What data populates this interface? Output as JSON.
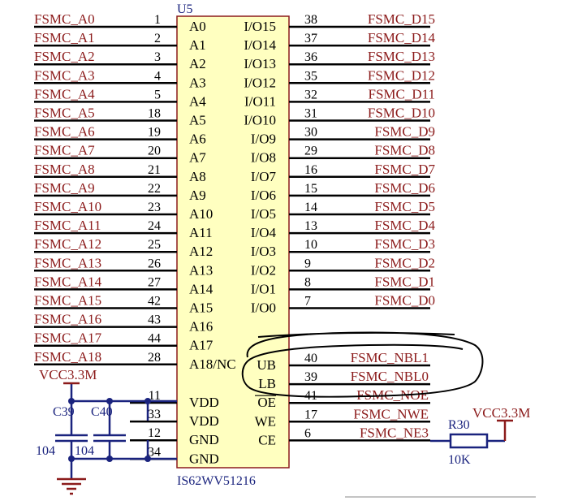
{
  "chip": {
    "ref": "U5",
    "part": "IS62WV51216",
    "body_fill": "#ffffc0"
  },
  "left_pins": [
    {
      "name": "A0",
      "num": "1",
      "net": "FSMC_A0"
    },
    {
      "name": "A1",
      "num": "2",
      "net": "FSMC_A1"
    },
    {
      "name": "A2",
      "num": "3",
      "net": "FSMC_A2"
    },
    {
      "name": "A3",
      "num": "4",
      "net": "FSMC_A3"
    },
    {
      "name": "A4",
      "num": "5",
      "net": "FSMC_A4"
    },
    {
      "name": "A5",
      "num": "18",
      "net": "FSMC_A5"
    },
    {
      "name": "A6",
      "num": "19",
      "net": "FSMC_A6"
    },
    {
      "name": "A7",
      "num": "20",
      "net": "FSMC_A7"
    },
    {
      "name": "A8",
      "num": "21",
      "net": "FSMC_A8"
    },
    {
      "name": "A9",
      "num": "22",
      "net": "FSMC_A9"
    },
    {
      "name": "A10",
      "num": "23",
      "net": "FSMC_A10"
    },
    {
      "name": "A11",
      "num": "24",
      "net": "FSMC_A11"
    },
    {
      "name": "A12",
      "num": "25",
      "net": "FSMC_A12"
    },
    {
      "name": "A13",
      "num": "26",
      "net": "FSMC_A13"
    },
    {
      "name": "A14",
      "num": "27",
      "net": "FSMC_A14"
    },
    {
      "name": "A15",
      "num": "42",
      "net": "FSMC_A15"
    },
    {
      "name": "A16",
      "num": "43",
      "net": "FSMC_A16"
    },
    {
      "name": "A17",
      "num": "44",
      "net": "FSMC_A17"
    },
    {
      "name": "A18/NC",
      "num": "28",
      "net": "FSMC_A18"
    }
  ],
  "right_pins": [
    {
      "name": "I/O15",
      "num": "38",
      "net": "FSMC_D15"
    },
    {
      "name": "I/O14",
      "num": "37",
      "net": "FSMC_D14"
    },
    {
      "name": "I/O13",
      "num": "36",
      "net": "FSMC_D13"
    },
    {
      "name": "I/O12",
      "num": "35",
      "net": "FSMC_D12"
    },
    {
      "name": "I/O11",
      "num": "32",
      "net": "FSMC_D11"
    },
    {
      "name": "I/O10",
      "num": "31",
      "net": "FSMC_D10"
    },
    {
      "name": "I/O9",
      "num": "30",
      "net": "FSMC_D9"
    },
    {
      "name": "I/O8",
      "num": "29",
      "net": "FSMC_D8"
    },
    {
      "name": "I/O7",
      "num": "16",
      "net": "FSMC_D7"
    },
    {
      "name": "I/O6",
      "num": "15",
      "net": "FSMC_D6"
    },
    {
      "name": "I/O5",
      "num": "14",
      "net": "FSMC_D5"
    },
    {
      "name": "I/O4",
      "num": "13",
      "net": "FSMC_D4"
    },
    {
      "name": "I/O3",
      "num": "10",
      "net": "FSMC_D3"
    },
    {
      "name": "I/O2",
      "num": "9",
      "net": "FSMC_D2"
    },
    {
      "name": "I/O1",
      "num": "8",
      "net": "FSMC_D1"
    },
    {
      "name": "I/O0",
      "num": "7",
      "net": "FSMC_D0"
    }
  ],
  "control_pins": [
    {
      "name": "UB",
      "num": "40",
      "net": "FSMC_NBL1"
    },
    {
      "name": "LB",
      "num": "39",
      "net": "FSMC_NBL0"
    },
    {
      "name": "OE",
      "num": "41",
      "net": "FSMC_NOE"
    },
    {
      "name": "WE",
      "num": "17",
      "net": "FSMC_NWE"
    },
    {
      "name": "CE",
      "num": "6",
      "net": "FSMC_NE3"
    }
  ],
  "power_pins": [
    {
      "name": "VDD",
      "num": "11"
    },
    {
      "name": "VDD",
      "num": "33"
    },
    {
      "name": "GND",
      "num": "12"
    },
    {
      "name": "GND",
      "num": "34"
    }
  ],
  "power_net": "VCC3.3M",
  "capacitors": [
    {
      "ref": "C39",
      "value": "104"
    },
    {
      "ref": "C40",
      "value": "104"
    }
  ],
  "resistor": {
    "ref": "R30",
    "value": "10K",
    "supply": "VCC3.3M"
  }
}
